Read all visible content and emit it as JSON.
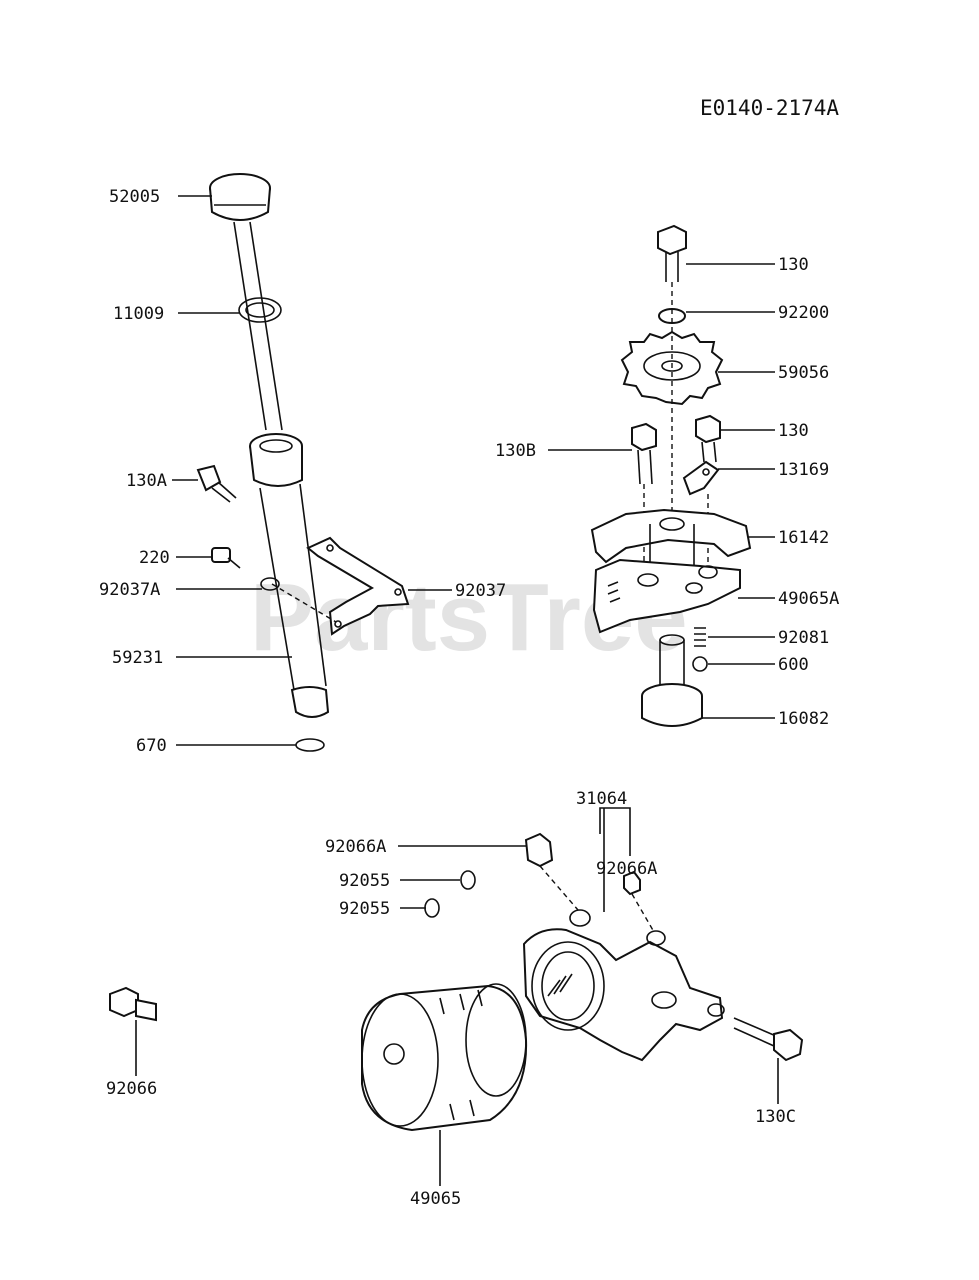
{
  "diagram": {
    "code": "E0140-2174A",
    "watermark": "PartsTree",
    "labels": {
      "p52005": "52005",
      "p11009": "11009",
      "p130A": "130A",
      "p220": "220",
      "p92037A": "92037A",
      "p92037": "92037",
      "p59231": "59231",
      "p670": "670",
      "p130_top": "130",
      "p92200": "92200",
      "p59056": "59056",
      "p130B": "130B",
      "p130_mid": "130",
      "p13169": "13169",
      "p16142": "16142",
      "p49065A": "49065A",
      "p92081": "92081",
      "p600": "600",
      "p16082": "16082",
      "p31064": "31064",
      "p92066A_left": "92066A",
      "p92066A_right": "92066A",
      "p92055_a": "92055",
      "p92055_b": "92055",
      "p92066": "92066",
      "p49065": "49065",
      "p130C": "130C"
    }
  }
}
